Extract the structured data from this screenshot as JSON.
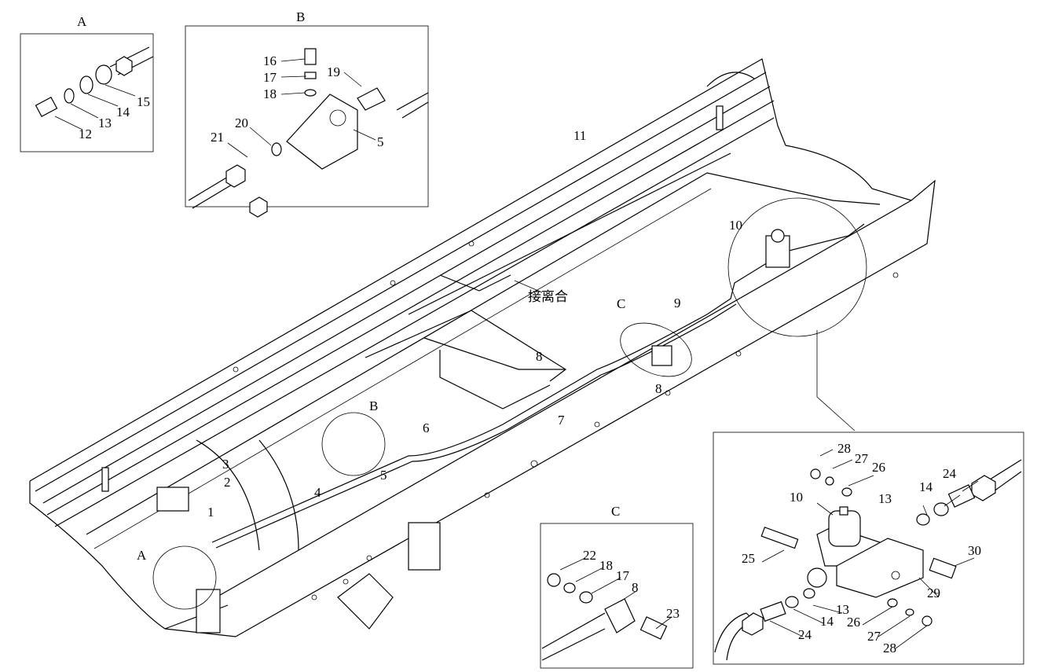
{
  "titles": {
    "box_a": "A",
    "box_b": "B",
    "main_c": "C",
    "main_b": "B",
    "main_a": "A",
    "box_c": "C"
  },
  "box_a": [
    "12",
    "13",
    "14",
    "15"
  ],
  "box_b": [
    "16",
    "17",
    "18",
    "19",
    "20",
    "21",
    "5"
  ],
  "main": [
    "11",
    "10",
    "9",
    "8",
    "8",
    "7",
    "6",
    "5",
    "4",
    "3",
    "2",
    "1"
  ],
  "main_note": "接离合",
  "box_c": [
    "22",
    "18",
    "17",
    "8",
    "23"
  ],
  "detail": [
    "28",
    "27",
    "26",
    "10",
    "13",
    "14",
    "24",
    "25",
    "30",
    "29",
    "13",
    "14",
    "24",
    "26",
    "27",
    "28"
  ]
}
